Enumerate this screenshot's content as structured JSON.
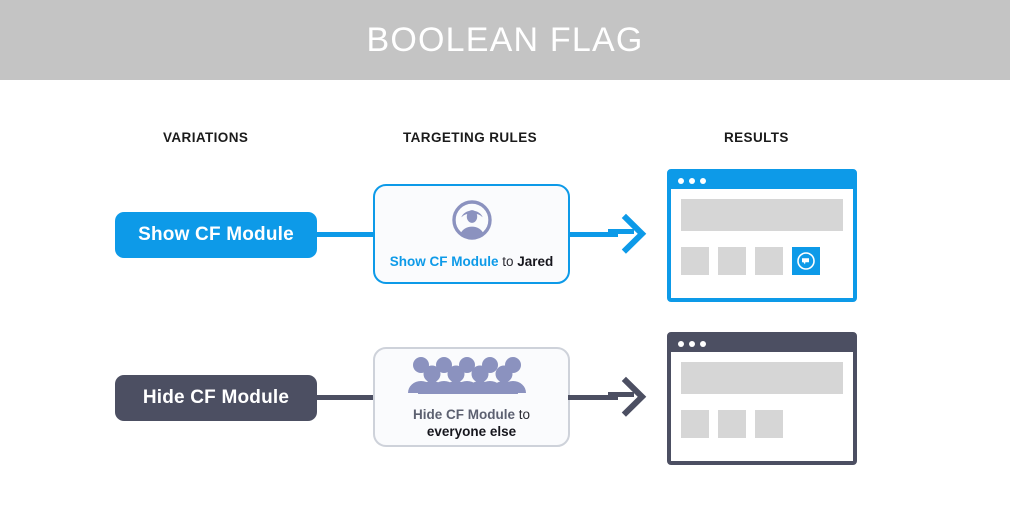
{
  "header": {
    "title": "BOOLEAN FLAG",
    "background_color": "#c4c4c4",
    "text_color": "#ffffff"
  },
  "columns": {
    "variations_label": "VARIATIONS",
    "targeting_rules_label": "TARGETING RULES",
    "results_label": "RESULTS"
  },
  "colors": {
    "accent_blue": "#0d9ae8",
    "slate_gray": "#4c4f62",
    "icon_purple": "#8b92bf",
    "placeholder_gray": "#d6d6d6",
    "card_border_gray": "#ced2da"
  },
  "rows": [
    {
      "variation": {
        "label": "Show CF Module",
        "color": "#0d9ae8"
      },
      "rule": {
        "icon": "single-user-icon",
        "text_highlight": "Show CF Module",
        "text_connector": " to ",
        "text_target": "Jared",
        "border_color": "#0d9ae8"
      },
      "arrow": {
        "name": "arrow-right-blue",
        "color": "#0d9ae8"
      },
      "result": {
        "window_color": "#0d9ae8",
        "dots": 3,
        "hero_block": "content-placeholder",
        "tiles": [
          "tile-placeholder",
          "tile-placeholder",
          "tile-placeholder"
        ],
        "chat_tile": "chat-bubble-icon",
        "chat_tile_visible": true
      }
    },
    {
      "variation": {
        "label": "Hide CF Module",
        "color": "#4c4f62"
      },
      "rule": {
        "icon": "crowd-of-people-icon",
        "text_highlight": "Hide CF Module",
        "text_connector": " to",
        "text_target": "everyone else",
        "border_color": "#ced2da"
      },
      "arrow": {
        "name": "arrow-right-gray",
        "color": "#4c4f62"
      },
      "result": {
        "window_color": "#4c4f62",
        "dots": 3,
        "hero_block": "content-placeholder",
        "tiles": [
          "tile-placeholder",
          "tile-placeholder",
          "tile-placeholder"
        ],
        "chat_tile": "chat-bubble-icon",
        "chat_tile_visible": false
      }
    }
  ]
}
